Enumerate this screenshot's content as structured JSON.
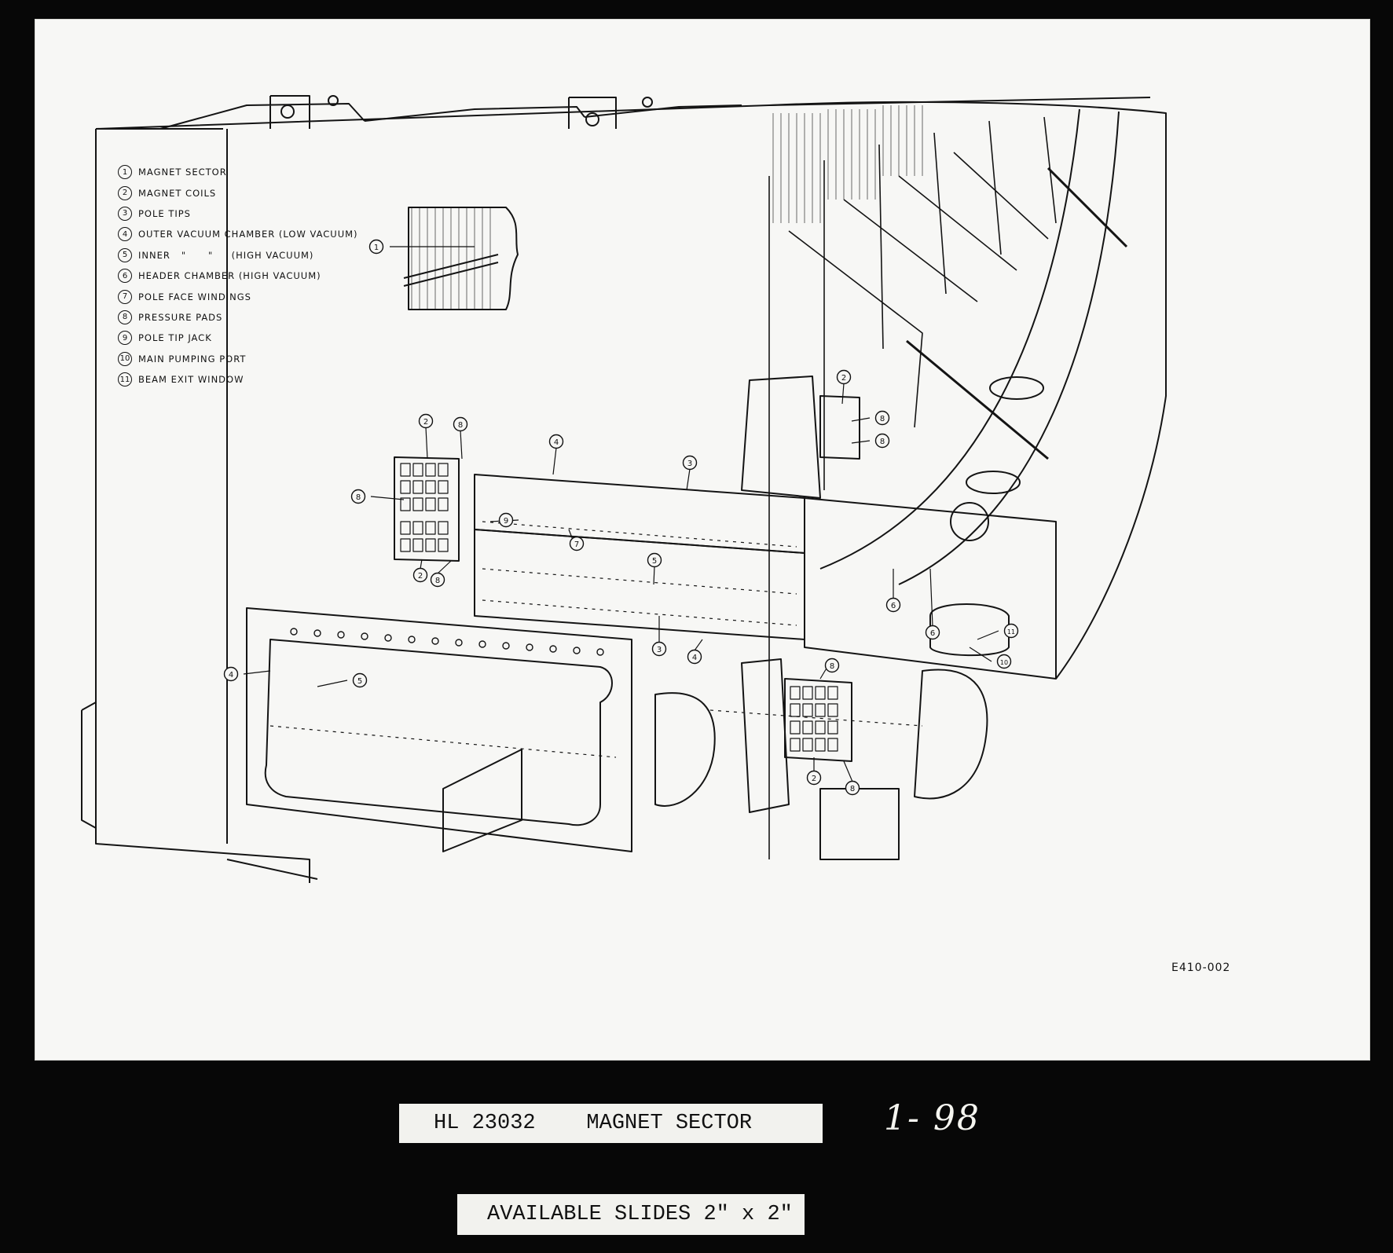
{
  "legend": [
    {
      "num": "1",
      "text": "MAGNET SECTOR"
    },
    {
      "num": "2",
      "text": "MAGNET COILS"
    },
    {
      "num": "3",
      "text": "POLE TIPS"
    },
    {
      "num": "4",
      "text": "OUTER VACUUM CHAMBER (LOW VACUUM)"
    },
    {
      "num": "5",
      "text": "INNER   \"      \"     (HIGH VACUUM)"
    },
    {
      "num": "6",
      "text": "HEADER CHAMBER (HIGH VACUUM)"
    },
    {
      "num": "7",
      "text": "POLE FACE WINDINGS"
    },
    {
      "num": "8",
      "text": "PRESSURE PADS"
    },
    {
      "num": "9",
      "text": "POLE TIP JACK"
    },
    {
      "num": "10",
      "text": "MAIN PUMPING PORT"
    },
    {
      "num": "11",
      "text": "BEAM EXIT WINDOW"
    }
  ],
  "callouts": [
    {
      "num": "1"
    },
    {
      "num": "2"
    },
    {
      "num": "8"
    },
    {
      "num": "4"
    },
    {
      "num": "3"
    },
    {
      "num": "8"
    },
    {
      "num": "9"
    },
    {
      "num": "7"
    },
    {
      "num": "5"
    },
    {
      "num": "2"
    },
    {
      "num": "8"
    },
    {
      "num": "2"
    },
    {
      "num": "8"
    },
    {
      "num": "8"
    },
    {
      "num": "6"
    },
    {
      "num": "6"
    },
    {
      "num": "11"
    },
    {
      "num": "10"
    },
    {
      "num": "3"
    },
    {
      "num": "4"
    },
    {
      "num": "4"
    },
    {
      "num": "5"
    },
    {
      "num": "8"
    },
    {
      "num": "2"
    },
    {
      "num": "8"
    }
  ],
  "drawing_number": "E410-002",
  "caption": {
    "id_title": "HL 23032    MAGNET SECTOR",
    "slides": "AVAILABLE SLIDES 2\" x 2\"",
    "handwritten": "1- 98"
  }
}
